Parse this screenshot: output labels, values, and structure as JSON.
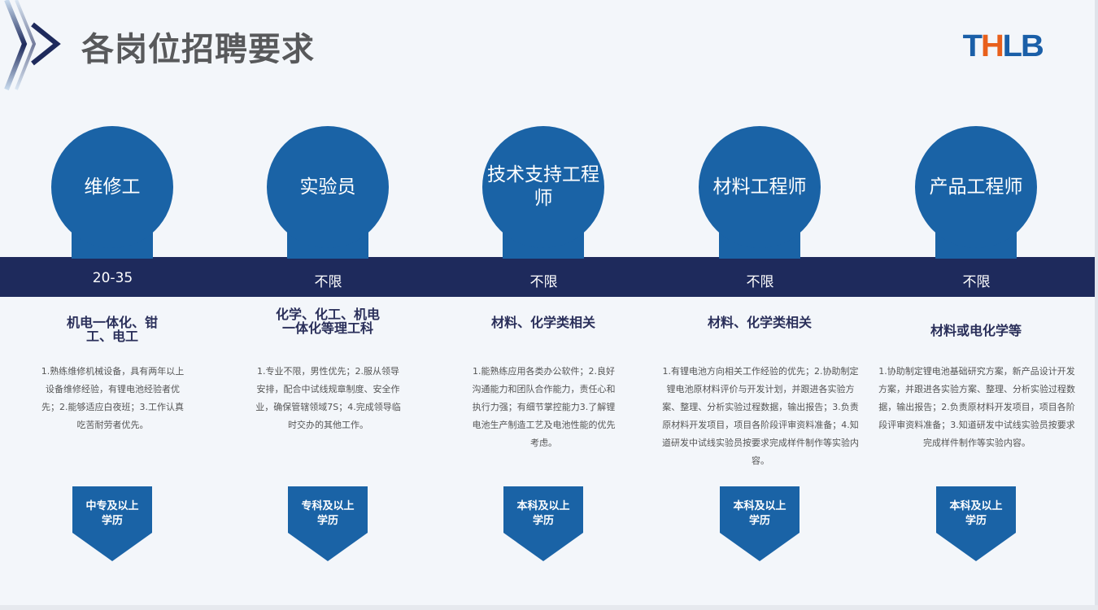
{
  "header": {
    "title": "各岗位招聘要求",
    "logo": "THLB",
    "logo_accent_color": "#e8601c",
    "brand_color": "#1a63a6",
    "band_color": "#1e2a5c"
  },
  "positions": [
    {
      "name": "维修工",
      "age": "20-35",
      "major": "机电一体化、钳工、电工",
      "requirements": "1.熟练维修机械设备，具有两年以上设备维修经验，有锂电池经验者优先；2.能够适应白夜班；3.工作认真吃苦耐劳者优先。",
      "education": "中专及以上学历"
    },
    {
      "name": "实验员",
      "age": "不限",
      "major": "化学、化工、机电一体化等理工科",
      "requirements": "1.专业不限，男性优先；2.服从领导安排，配合中试线规章制度、安全作业，确保管辖领域7S；4.完成领导临时交办的其他工作。",
      "education": "专科及以上学历"
    },
    {
      "name": "技术支持工程师",
      "age": "不限",
      "major": "材料、化学类相关",
      "requirements": "1.能熟练应用各类办公软件；2.良好沟通能力和团队合作能力，责任心和执行力强；有细节掌控能力3.了解锂电池生产制造工艺及电池性能的优先考虑。",
      "education": "本科及以上学历"
    },
    {
      "name": "材料工程师",
      "age": "不限",
      "major": "材料、化学类相关",
      "requirements": "1.有锂电池方向相关工作经验的优先；2.协助制定锂电池原材料评价与开发计划，并跟进各实验方案、整理、分析实验过程数据，输出报告；3.负责原材料开发项目，项目各阶段评审资料准备；4.知道研发中试线实验员按要求完成样件制作等实验内容。",
      "education": "本科及以上学历"
    },
    {
      "name": "产品工程师",
      "age": "不限",
      "major": "材料或电化学等",
      "requirements": "1.协助制定锂电池基础研究方案，新产品设计开发方案，并跟进各实验方案、整理、分析实验过程数据，输出报告；2.负责原材料开发项目，项目各阶段评审资料准备；3.知道研发中试线实验员按要求完成样件制作等实验内容。",
      "education": "本科及以上学历"
    }
  ]
}
